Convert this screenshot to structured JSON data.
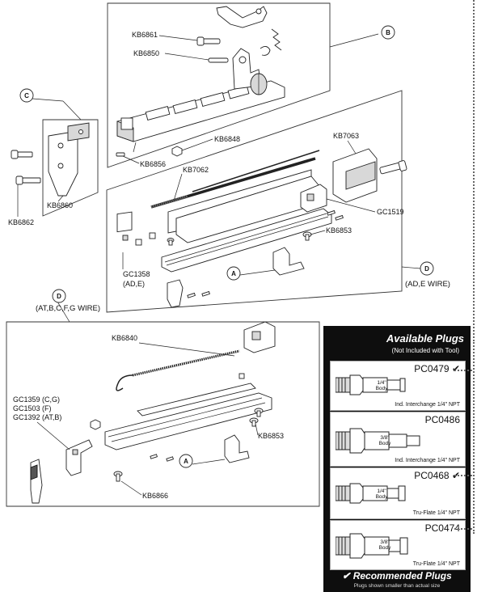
{
  "parts": {
    "kb6861": "KB6861",
    "kb6850": "KB6850",
    "kb6848": "KB6848",
    "kb6856": "KB6856",
    "kb6862": "KB6862",
    "kb6860": "KB6860",
    "kb7063": "KB7063",
    "kb7062": "KB7062",
    "gc1519": "GC1519",
    "kb6853_upper": "KB6853",
    "gc1358": "GC1358",
    "gc1358_models": "(AD,E)",
    "kb6840": "KB6840",
    "gc1359": "GC1359 (C,G)",
    "gc1503": "GC1503 (F)",
    "gc1392": "GC1392 (AT,B)",
    "kb6853_lower": "KB6853",
    "kb6866": "KB6866"
  },
  "callouts": {
    "a": "A",
    "b": "B",
    "c": "C",
    "d": "D"
  },
  "group_captions": {
    "d_upper": "(AD,E WIRE)",
    "d_lower": "(AT,B,C,F,G WIRE)"
  },
  "plugs_panel": {
    "title": "Available Plugs",
    "subtitle": "(Not Included with Tool)",
    "footer_title": "Recommended Plugs",
    "footer_mark": "✔",
    "footer_note": "Plugs shown smaller than actual size",
    "plugs": [
      {
        "code": "PC0479",
        "check": "✔",
        "body": "1/4\"",
        "body_label": "Body",
        "caption": "Ind. Interchange 1/4\" NPT"
      },
      {
        "code": "PC0486",
        "check": "",
        "body": "3/8\"",
        "body_label": "Body",
        "caption": "Ind. Interchange 1/4\" NPT"
      },
      {
        "code": "PC0468",
        "check": "✔",
        "body": "1/4\"",
        "body_label": "Body",
        "caption": "Tru-Flate 1/4\" NPT"
      },
      {
        "code": "PC0474",
        "check": "",
        "body": "3/8\"",
        "body_label": "Body",
        "caption": "Tru-Flate 1/4\" NPT"
      }
    ]
  }
}
